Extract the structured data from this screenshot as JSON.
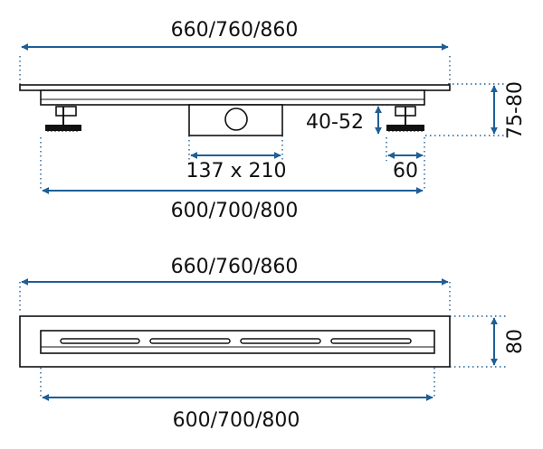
{
  "colors": {
    "dimension": "#1e5f96",
    "outline": "#111111",
    "background": "#ffffff"
  },
  "side_view": {
    "overall_length": "660/760/860",
    "inner_length": "600/700/800",
    "outlet_size": "137 x 210",
    "height_range": "75-80",
    "foot_height": "40-52",
    "foot_width": "60"
  },
  "top_view": {
    "overall_length": "660/760/860",
    "inner_length": "600/700/800",
    "width": "80",
    "slots": 4
  }
}
